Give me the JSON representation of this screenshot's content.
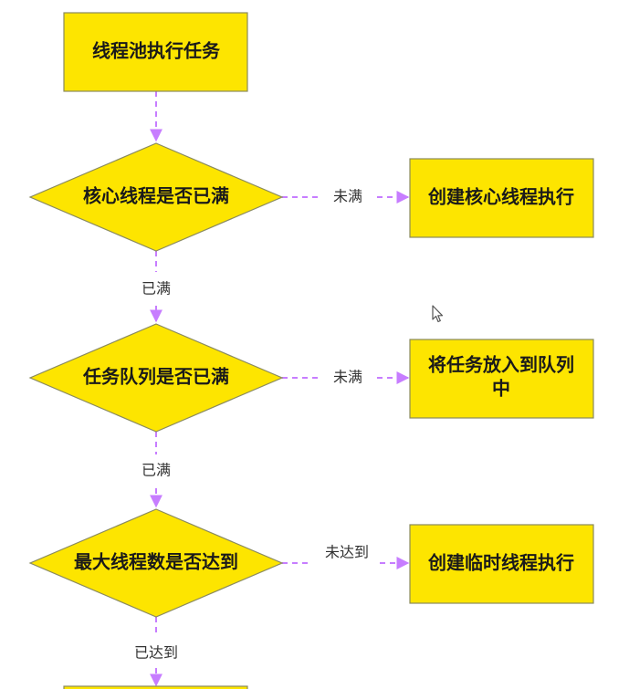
{
  "colors": {
    "node_fill": "#FDE500",
    "node_stroke": "#8A8A5E",
    "edge": "#C77DFF"
  },
  "nodes": {
    "start": "线程池执行任务",
    "decision1": "核心线程是否已满",
    "action1": "创建核心线程执行",
    "decision2": "任务队列是否已满",
    "action2_line1": "将任务放入到队列",
    "action2_line2": "中",
    "decision3": "最大线程数是否达到",
    "action3": "创建临时线程执行"
  },
  "edges": {
    "d1_not_full": "未满",
    "d1_full": "已满",
    "d2_not_full": "未满",
    "d2_full": "已满",
    "d3_not_reached": "未达到",
    "d3_reached": "已达到"
  }
}
